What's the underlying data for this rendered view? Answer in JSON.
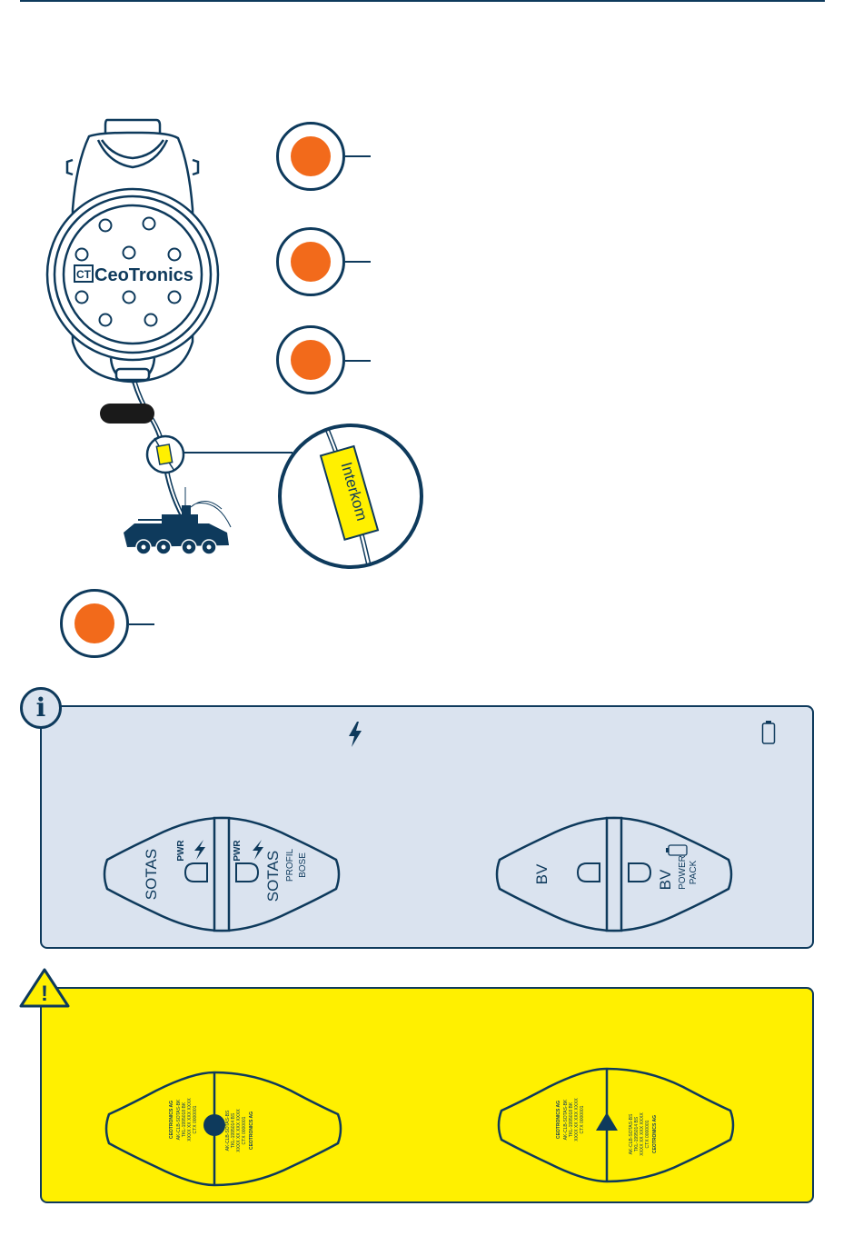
{
  "device": {
    "brand": "CeoTronics",
    "logo_initials": "CT"
  },
  "cable_tag": {
    "label": "Interkom",
    "color": "#fff000"
  },
  "colors": {
    "navy": "#0e3a5c",
    "orange": "#f26a1b",
    "info_bg": "#dae3ef",
    "warning_bg": "#fff000"
  },
  "icons": {
    "power": "lightning-bolt-icon",
    "battery": "battery-icon",
    "info": "info-icon",
    "warning": "warning-triangle-icon"
  },
  "info_panel": {
    "badge": "i",
    "connector_left": {
      "left_label": "SOTAS",
      "left_pwr": "PWR",
      "right_pwr": "PWR",
      "right_label": "SOTAS",
      "right_sub1": "PROFIL",
      "right_sub2": "BOSE"
    },
    "connector_right": {
      "left_label": "BV",
      "right_label": "BV",
      "right_sub1": "POWER",
      "right_sub2": "PACK"
    }
  },
  "warning_panel": {
    "badge": "!",
    "label_left": {
      "left_lines": [
        "CEOTRONICS AG",
        "AK-CLB-SOTAS-BK",
        "TKL-1995018 BK",
        "XXXX XX XXX XXXX",
        "CTX 0000001"
      ],
      "right_lines": [
        "AK-CLB-SOTAS-BS",
        "TKL-1995014 BS",
        "XXXX XX XXX XXXX",
        "CTX 0000001",
        "CEOTRONICS AG"
      ]
    },
    "label_right": {
      "left_lines": [
        "CEOTRONICS AG",
        "AK-CLB-SOTAS-BK",
        "TKL-1995018 BK",
        "XXXX XX XXX XXXX",
        "CTX 0000001"
      ],
      "right_lines": [
        "AK-CLB-SOTAS-BS",
        "TKL-1995014 BS",
        "XXXX XX XXX XXXX",
        "CTX 0000001",
        "CEOTRONICS AG"
      ]
    }
  }
}
